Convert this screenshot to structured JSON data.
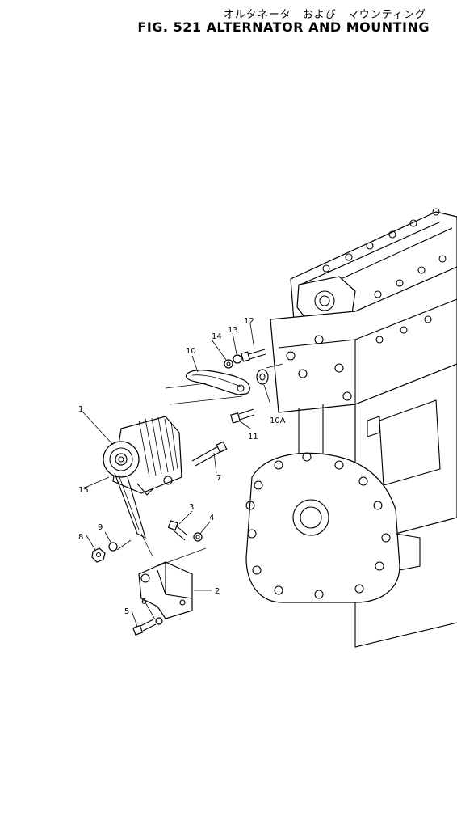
{
  "header": {
    "title_jp": "オルタネータ　および　マウンティング",
    "title_en": "FIG. 521  ALTERNATOR AND MOUNTING"
  },
  "callouts": {
    "c1": "1",
    "c2": "2",
    "c3": "3",
    "c4": "4",
    "c5": "5",
    "c6": "6",
    "c7": "7",
    "c8": "8",
    "c9": "9",
    "c10": "10",
    "c10a": "10A",
    "c11": "11",
    "c12": "12",
    "c13": "13",
    "c14": "14",
    "c15": "15"
  }
}
